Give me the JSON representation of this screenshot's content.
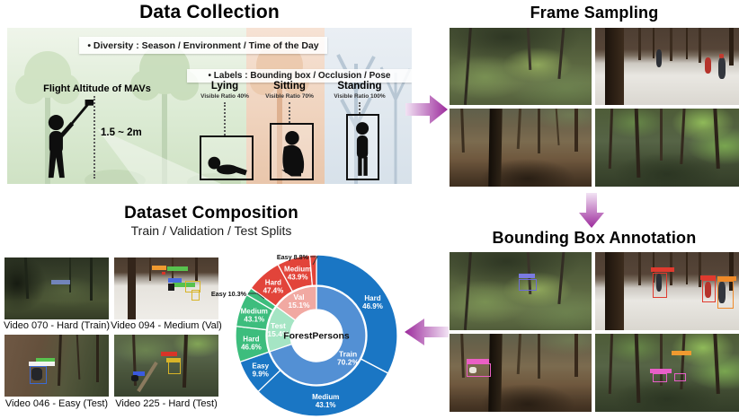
{
  "data_collection": {
    "title": "Data Collection",
    "bullets": {
      "diversity": "• Diversity : Season / Environment / Time of the Day",
      "labels": "• Labels : Bounding box / Occlusion / Pose"
    },
    "flight_altitude": {
      "label": "Flight Altitude of MAVs",
      "range": "1.5 ~ 2m"
    },
    "poses": [
      {
        "name": "Lying",
        "visible_ratio": "Visible Ratio 40%",
        "icon": "lying-person-icon"
      },
      {
        "name": "Sitting",
        "visible_ratio": "Visible Ratio 70%",
        "icon": "sitting-person-icon"
      },
      {
        "name": "Standing",
        "visible_ratio": "Visible Ratio 100%",
        "icon": "standing-person-icon"
      }
    ]
  },
  "frame_sampling": {
    "title": "Frame Sampling",
    "photos": [
      "green-forest",
      "snow-forest-with-people",
      "brown-forest-trail",
      "green-foliage-forest"
    ]
  },
  "bounding_box_annotation": {
    "title": "Bounding Box Annotation"
  },
  "dataset_composition": {
    "title": "Dataset Composition",
    "subtitle": "Train / Validation / Test Splits",
    "videos": [
      {
        "caption": "Video 070 - Hard (Train)"
      },
      {
        "caption": "Video 094 - Medium (Val)"
      },
      {
        "caption": "Video 046 - Easy (Test)"
      },
      {
        "caption": "Video 225 - Hard (Test)"
      }
    ]
  },
  "chart_data": {
    "type": "pie",
    "variant": "nested-donut",
    "center_label": "ForestPersons",
    "units": "%",
    "rings": [
      "inner: train/val/test share",
      "outer: difficulty share within each split"
    ],
    "series": [
      {
        "split": "Train",
        "share": 70.2,
        "inner_color": "#5390d4",
        "outer_color": "#1a76c4",
        "difficulties": [
          {
            "name": "Hard",
            "value": 46.9
          },
          {
            "name": "Medium",
            "value": 43.1
          },
          {
            "name": "Easy",
            "value": 9.9
          }
        ]
      },
      {
        "split": "Test",
        "share": 15.4,
        "inner_color": "#a5e5c4",
        "outer_color": "#3dbd7d",
        "difficulties": [
          {
            "name": "Hard",
            "value": 46.6
          },
          {
            "name": "Medium",
            "value": 43.1
          },
          {
            "name": "Easy",
            "value": 10.3
          }
        ]
      },
      {
        "split": "Val",
        "share": 15.1,
        "inner_color": "#f1a9a2",
        "outer_color": "#e2443a",
        "difficulties": [
          {
            "name": "Hard",
            "value": 47.4
          },
          {
            "name": "Medium",
            "value": 43.9
          },
          {
            "name": "Easy",
            "value": 8.8
          }
        ]
      }
    ],
    "callouts": [
      {
        "text": "Easy 8.8%",
        "refers_to": "Val Easy"
      },
      {
        "text": "Easy 10.3%",
        "refers_to": "Test Easy"
      }
    ],
    "label_color": "#ffffff",
    "flow_arrow_color": "#9c2b9c"
  }
}
